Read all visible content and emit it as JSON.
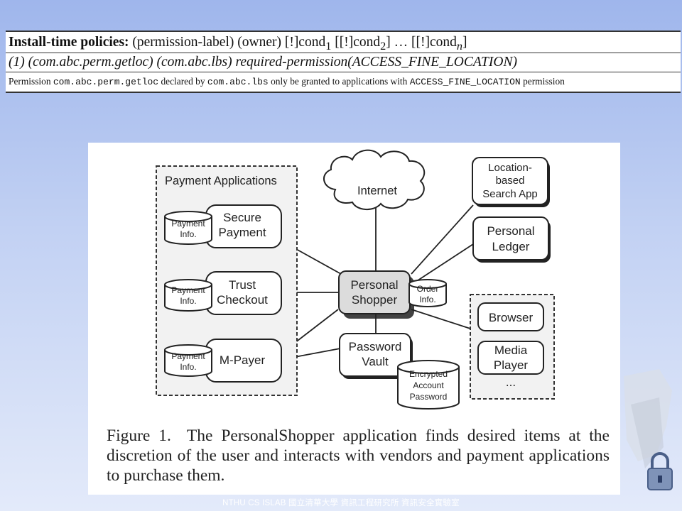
{
  "policy": {
    "head_bold": "Install-time policies:",
    "head_rest": " (permission-label) (owner) [!]cond",
    "sub1": "1",
    "mid1": " [[!]cond",
    "sub2": "2",
    "mid2": "] … [[!]cond",
    "subn": "n",
    "tail": "]",
    "rule": "(1) (com.abc.perm.getloc) (com.abc.lbs) required-permission(ACCESS_FINE_LOCATION)",
    "desc_a": "Permission ",
    "desc_perm": "com.abc.perm.getloc",
    "desc_b": " declared by ",
    "desc_owner": "com.abc.lbs",
    "desc_c": " only be granted to applications with ",
    "desc_req": "ACCESS_FINE_LOCATION",
    "desc_d": " permission"
  },
  "figure": {
    "group_payment": "Payment Applications",
    "internet": "Internet",
    "secure_1": "Secure",
    "secure_2": "Payment",
    "trust_1": "Trust",
    "trust_2": "Checkout",
    "mpayer": "M-Payer",
    "db_payment_1": "Payment",
    "db_payment_2": "Info.",
    "personal_1": "Personal",
    "personal_2": "Shopper",
    "order_1": "Order",
    "order_2": "Info.",
    "vault_1": "Password",
    "vault_2": "Vault",
    "enc_1": "Encrypted",
    "enc_2": "Account",
    "enc_3": "Password",
    "loc_1": "Location-",
    "loc_2": "based",
    "loc_3": "Search App",
    "ledger_1": "Personal",
    "ledger_2": "Ledger",
    "browser": "Browser",
    "media_1": "Media",
    "media_2": "Player",
    "ellipsis": "..."
  },
  "caption": {
    "label": "Figure 1.",
    "text": "The PersonalShopper application finds desired items at the discretion of the user and interacts with vendors and payment applications to purchase them."
  },
  "footer": "NTHU CS ISLAB 國立清華大學 資訊工程研究所 資訊安全實驗室"
}
